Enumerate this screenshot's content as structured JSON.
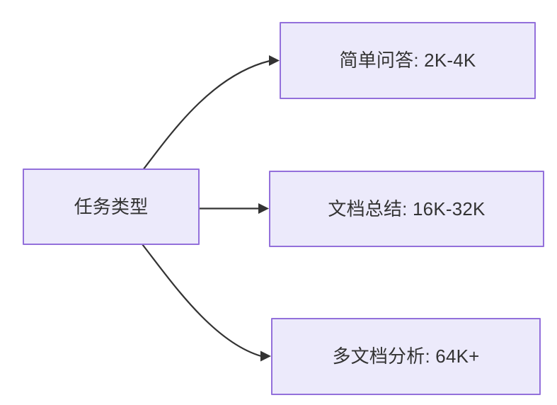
{
  "diagram": {
    "type": "flowchart",
    "direction": "left-to-right",
    "background_color": "#ffffff",
    "node_fill_color": "#ECEAFB",
    "node_border_color": "#9370DB",
    "text_color": "#333333",
    "edge_color": "#333333",
    "root": {
      "id": "task-type",
      "label": "任务类型"
    },
    "branches": [
      {
        "id": "simple-qa",
        "label": "简单问答: 2K-4K",
        "category": "简单问答",
        "range": "2K-4K",
        "edge_style": "curved-up"
      },
      {
        "id": "doc-summary",
        "label": "文档总结: 16K-32K",
        "category": "文档总结",
        "range": "16K-32K",
        "edge_style": "straight"
      },
      {
        "id": "multi-doc-analysis",
        "label": "多文档分析: 64K+",
        "category": "多文档分析",
        "range": "64K+",
        "edge_style": "curved-down"
      }
    ],
    "edges": [
      {
        "id": "edge-to-simple-qa",
        "from": "任务类型",
        "to": "简单问答: 2K-4K",
        "arrow": "arrowhead-right"
      },
      {
        "id": "edge-to-doc-summary",
        "from": "任务类型",
        "to": "文档总结: 16K-32K",
        "arrow": "arrowhead-right"
      },
      {
        "id": "edge-to-multi-doc",
        "from": "任务类型",
        "to": "多文档分析: 64K+",
        "arrow": "arrowhead-right"
      }
    ]
  }
}
